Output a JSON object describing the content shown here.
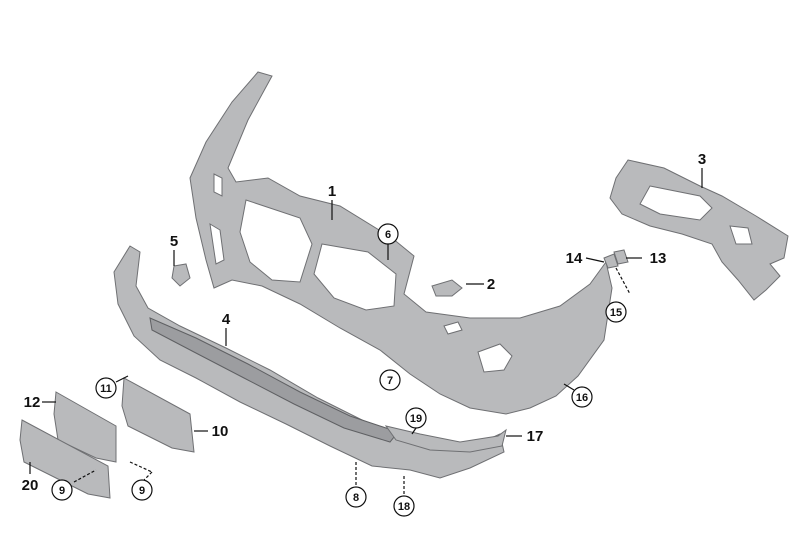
{
  "diagram": {
    "callouts": {
      "p1": "1",
      "p2": "2",
      "p3": "3",
      "p4": "4",
      "p5": "5",
      "p6": "6",
      "p7": "7",
      "p8": "8",
      "p9a": "9",
      "p9b": "9",
      "p10": "10",
      "p11": "11",
      "p12": "12",
      "p13": "13",
      "p14": "14",
      "p15": "15",
      "p16": "16",
      "p17": "17",
      "p18": "18",
      "p19": "19",
      "p20": "20"
    }
  }
}
